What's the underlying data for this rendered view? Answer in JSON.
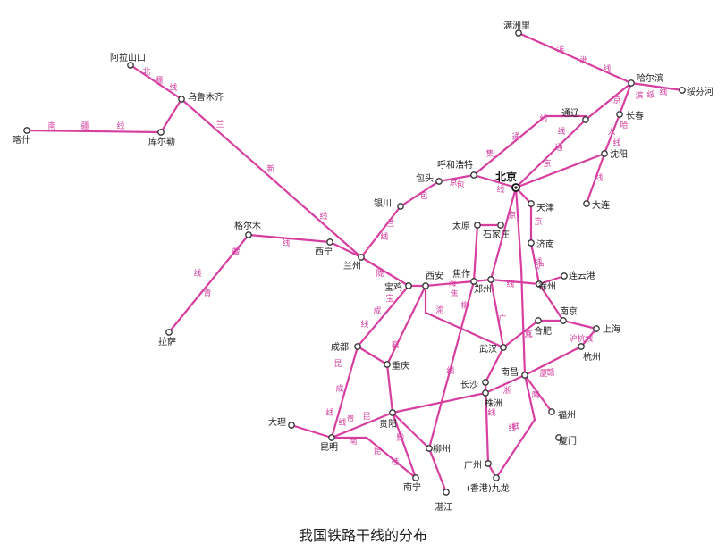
{
  "title": "我国铁路干线的分布",
  "colors": {
    "line": "#d63ea0",
    "station_stroke": "#333333",
    "text": "#222222"
  },
  "cities": [
    {
      "id": "manzhouli",
      "name": "满洲里"
    },
    {
      "id": "harbin",
      "name": "哈尔滨"
    },
    {
      "id": "suifenhe",
      "name": "绥芬河"
    },
    {
      "id": "changchun",
      "name": "长春"
    },
    {
      "id": "shenyang",
      "name": "沈阳"
    },
    {
      "id": "dalian",
      "name": "大连"
    },
    {
      "id": "tongliao",
      "name": "通辽"
    },
    {
      "id": "beijing",
      "name": "北京",
      "major": true
    },
    {
      "id": "tianjin",
      "name": "天津"
    },
    {
      "id": "jinan",
      "name": "济南"
    },
    {
      "id": "huhehaote",
      "name": "呼和浩特"
    },
    {
      "id": "baotou",
      "name": "包头"
    },
    {
      "id": "yinchuan",
      "name": "银川"
    },
    {
      "id": "taiyuan",
      "name": "太原"
    },
    {
      "id": "shijiazhuang",
      "name": "石家庄"
    },
    {
      "id": "alashankou",
      "name": "阿拉山口"
    },
    {
      "id": "wulumuqi",
      "name": "乌鲁木齐"
    },
    {
      "id": "kashi",
      "name": "喀什"
    },
    {
      "id": "kuerle",
      "name": "库尔勒"
    },
    {
      "id": "lanzhou",
      "name": "兰州"
    },
    {
      "id": "xining",
      "name": "西宁"
    },
    {
      "id": "geermu",
      "name": "格尔木"
    },
    {
      "id": "lasa",
      "name": "拉萨"
    },
    {
      "id": "baoji",
      "name": "宝鸡"
    },
    {
      "id": "xian",
      "name": "西安"
    },
    {
      "id": "jiaozuo",
      "name": "焦作"
    },
    {
      "id": "zhengzhou",
      "name": "郑州"
    },
    {
      "id": "xuzhou",
      "name": "徐州"
    },
    {
      "id": "lianyungang",
      "name": "连云港"
    },
    {
      "id": "nanjing",
      "name": "南京"
    },
    {
      "id": "hefei",
      "name": "合肥"
    },
    {
      "id": "shanghai",
      "name": "上海"
    },
    {
      "id": "hangzhou",
      "name": "杭州"
    },
    {
      "id": "wuhan",
      "name": "武汉"
    },
    {
      "id": "nanchang",
      "name": "南昌"
    },
    {
      "id": "fuzhou",
      "name": "福州"
    },
    {
      "id": "xiamen",
      "name": "厦门"
    },
    {
      "id": "changsha",
      "name": "长沙"
    },
    {
      "id": "zhuzhou",
      "name": "株洲"
    },
    {
      "id": "guangzhou",
      "name": "广州"
    },
    {
      "id": "jiulong",
      "name": "(香港)九龙"
    },
    {
      "id": "chengdu",
      "name": "成都"
    },
    {
      "id": "chongqing",
      "name": "重庆"
    },
    {
      "id": "guiyang",
      "name": "贵阳"
    },
    {
      "id": "kunming",
      "name": "昆明"
    },
    {
      "id": "dali",
      "name": "大理"
    },
    {
      "id": "nanning",
      "name": "南宁"
    },
    {
      "id": "liuzhou",
      "name": "柳州"
    },
    {
      "id": "zhanjiang",
      "name": "湛江"
    }
  ],
  "line_labels": [
    {
      "id": "binzhou-1",
      "text": "滨"
    },
    {
      "id": "binzhou-2",
      "text": "洲"
    },
    {
      "id": "binzhou-3",
      "text": "线"
    },
    {
      "id": "binsui-1",
      "text": "滨"
    },
    {
      "id": "binsui-2",
      "text": "绥"
    },
    {
      "id": "binsui-3",
      "text": "线"
    },
    {
      "id": "jingha-1",
      "text": "京"
    },
    {
      "id": "jingha-2",
      "text": "哈"
    },
    {
      "id": "jingha-3",
      "text": "线"
    },
    {
      "id": "dashen-1",
      "text": "大"
    },
    {
      "id": "dashen-2",
      "text": "线"
    },
    {
      "id": "jingtong-1",
      "text": "京"
    },
    {
      "id": "jingtong-2",
      "text": "通"
    },
    {
      "id": "jingtong-3",
      "text": "线"
    },
    {
      "id": "jitong-1",
      "text": "集"
    },
    {
      "id": "jitong-2",
      "text": "通"
    },
    {
      "id": "jitong-3",
      "text": "线"
    },
    {
      "id": "jingbao-1",
      "text": "京"
    },
    {
      "id": "jingbao-2",
      "text": "包"
    },
    {
      "id": "jingbao-3",
      "text": "线"
    },
    {
      "id": "baolan-1",
      "text": "包"
    },
    {
      "id": "baolan-2",
      "text": "兰"
    },
    {
      "id": "baolan-3",
      "text": "线"
    },
    {
      "id": "beijiang-1",
      "text": "北"
    },
    {
      "id": "beijiang-2",
      "text": "疆"
    },
    {
      "id": "beijiang-3",
      "text": "线"
    },
    {
      "id": "nanjiang-1",
      "text": "南"
    },
    {
      "id": "nanjiang-2",
      "text": "疆"
    },
    {
      "id": "nanjiang-3",
      "text": "线"
    },
    {
      "id": "lanxin-1",
      "text": "兰"
    },
    {
      "id": "lanxin-2",
      "text": "新"
    },
    {
      "id": "lanxin-3",
      "text": "线"
    },
    {
      "id": "lanqing-1",
      "text": "线"
    },
    {
      "id": "qingzang-1",
      "text": "青"
    },
    {
      "id": "qingzang-2",
      "text": "藏"
    },
    {
      "id": "qingzang-3",
      "text": "线"
    },
    {
      "id": "jingguang-1",
      "text": "京"
    },
    {
      "id": "jingguang-2",
      "text": "广"
    },
    {
      "id": "jingguang-3",
      "text": "线"
    },
    {
      "id": "jinghu-1",
      "text": "京"
    },
    {
      "id": "jinghu-2",
      "text": "沪"
    },
    {
      "id": "jinghu-3",
      "text": "线"
    },
    {
      "id": "jingjiu-1",
      "text": "京"
    },
    {
      "id": "jingjiu-2",
      "text": "九"
    },
    {
      "id": "jingjiu-3",
      "text": "线"
    },
    {
      "id": "longhai-1",
      "text": "陇"
    },
    {
      "id": "longhai-2",
      "text": "海"
    },
    {
      "id": "longhai-3",
      "text": "线"
    },
    {
      "id": "baocheng-1",
      "text": "宝"
    },
    {
      "id": "baocheng-2",
      "text": "成"
    },
    {
      "id": "baocheng-3",
      "text": "线"
    },
    {
      "id": "xiangyu-1",
      "text": "襄"
    },
    {
      "id": "xiangyu-2",
      "text": "渝"
    },
    {
      "id": "jiaoliu-1",
      "text": "焦"
    },
    {
      "id": "jiaoliu-2",
      "text": "柳"
    },
    {
      "id": "jiaoliu-3",
      "text": "线"
    },
    {
      "id": "chengkun-1",
      "text": "成"
    },
    {
      "id": "chengkun-2",
      "text": "昆"
    },
    {
      "id": "chengkun-3",
      "text": "线"
    },
    {
      "id": "guikun-1",
      "text": "贵"
    },
    {
      "id": "guikun-2",
      "text": "昆"
    },
    {
      "id": "guikun-3",
      "text": "线"
    },
    {
      "id": "qiangui-1",
      "text": "黔"
    },
    {
      "id": "qiangui-2",
      "text": "桂"
    },
    {
      "id": "zhegan-1",
      "text": "浙"
    },
    {
      "id": "zhegan-2",
      "text": "赣"
    },
    {
      "id": "zhegan-3",
      "text": "线"
    },
    {
      "id": "yingxia-1",
      "text": "鹰"
    },
    {
      "id": "yingxia-2",
      "text": "厦"
    },
    {
      "id": "nankun-1",
      "text": "南"
    },
    {
      "id": "nankun-2",
      "text": "昆"
    },
    {
      "id": "huhang",
      "text": "沪杭线"
    }
  ]
}
